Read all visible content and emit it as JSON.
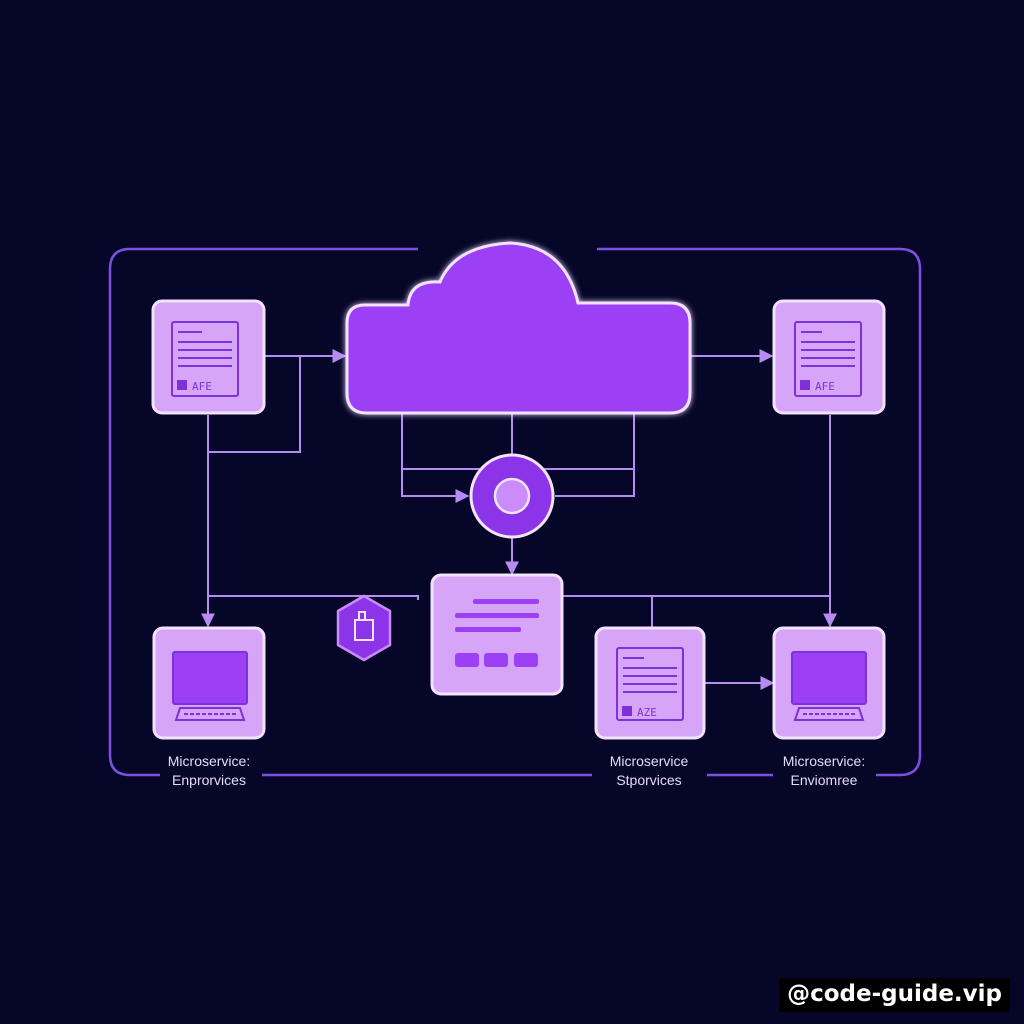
{
  "colors": {
    "background": "#060628",
    "frame": "#7c4fe0",
    "connector": "#b68cf2",
    "box_fill": "#d6a5f7",
    "box_border": "#f2e2fe",
    "accent": "#9b40f5",
    "icon_stroke": "#7c32d8"
  },
  "nodes": {
    "top_left_doc": {
      "caption": "AFE",
      "icon": "document-icon"
    },
    "top_right_doc": {
      "caption": "AFE",
      "icon": "document-icon"
    },
    "bottom_doc": {
      "caption": "AZE",
      "icon": "document-icon"
    },
    "cloud": {
      "icon": "cloud-icon"
    },
    "hub": {
      "icon": "hub-icon"
    },
    "gateway": {
      "icon": "gateway-card-icon"
    },
    "badge": {
      "icon": "hexagon-shield-icon"
    },
    "monitor_left": {
      "icon": "monitor-icon"
    },
    "monitor_right": {
      "icon": "monitor-icon"
    }
  },
  "labels": {
    "left": {
      "line1": "Microservice:",
      "line2": "Enprorvices"
    },
    "middle": {
      "line1": "Microservice",
      "line2": "Stporvices"
    },
    "right": {
      "line1": "Microservice:",
      "line2": "Enviomree"
    }
  },
  "watermark": "@code-guide.vip"
}
